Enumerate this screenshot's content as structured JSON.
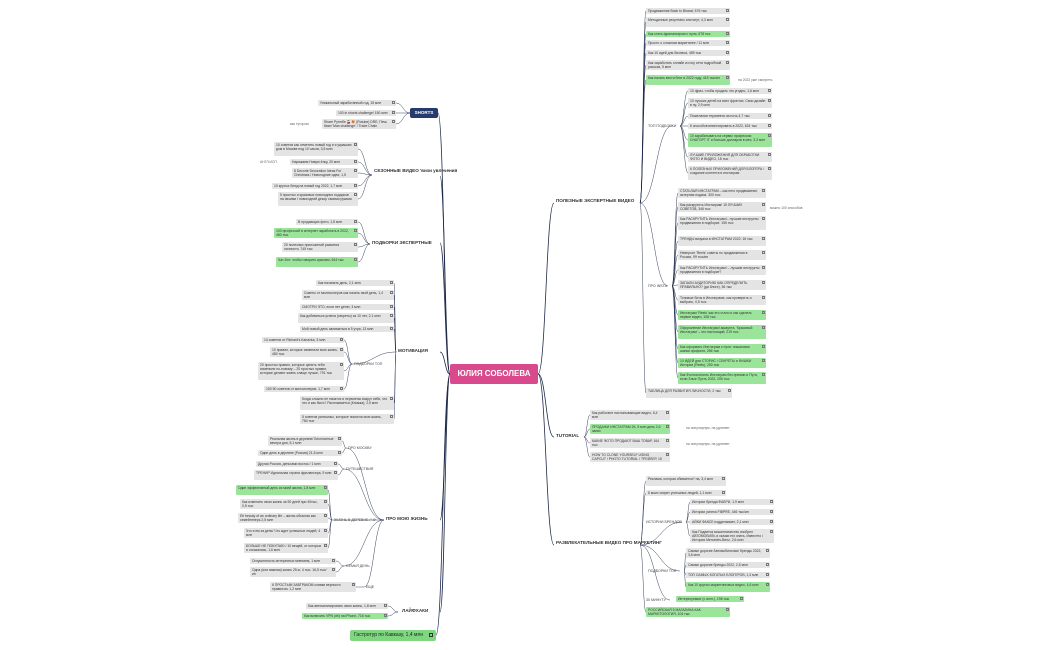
{
  "root": "ЮЛИЯ СОБОЛЕВА",
  "branches": {
    "shorts": "SHORTS",
    "seasonal": "СЕЗОННЫЕ ВИДЕО 'визи увлечения",
    "expert": "ПОДБОРКИ ЭКСПЕРТНЫЕ",
    "motivation": "МОТИВАЦИЯ",
    "mylife": "ПРО МОЮ ЖИЗНЬ",
    "lifehacks": "ЛАЙФХАКИ",
    "gastro": "Гастротур по Кавказу, 1,4 млн",
    "useful": "ПОЛЕЗНЫЕ ЭКСПЕРТНЫЕ ВИДЕО",
    "tutorial": "TUTORIAL",
    "entertain": "РАЗВЛЕКАТЕЛЬНЫЕ ВИДЕО ПРО МАРКЕТИНГ"
  },
  "subs": {
    "mot_top": "ПОДБОРКИ ТОП",
    "life_moscow": "ПРО МОСКВУ",
    "life_travel": "ПУТЕШЕСТВИЯ",
    "life_lifestyle": "ЖИЗНЬ В ДЕРЕВНЕ / ЧУ",
    "life_family": "СЕМЬЯ ДЕНЬ",
    "life_other": "ЕЩЕ",
    "use_top": "ТОП ПОДБОРКИ",
    "use_insta": "ПРО INSTA",
    "ent_brands": "ИСТОРИИ БРЕНДОВ",
    "ent_top": "ПОДБОРКИ ТОП",
    "ent_30": "30 МИНУТУ"
  },
  "nodes": {
    "shorts": [
      "Уникальный заработанный год, 15 млн",
      "100 in shorts challenge! 150 млн",
      "Share Рутюбе 🍒🦊 (Rutube) DRE, Печь Квин 'Man challenge' / Trade Chain"
    ],
    "seasonal": [
      "10 советов как отметить новый год и я украшаю дом в Москве под 10 часов, 3,5 млн",
      "Наряжаем Новую ёлку, 20 млн",
      "8 Decorte Decoration Ideas For Christmas / Новогодние идеи, 1,5 млн",
      "10 крутых блюд на новый год 2022, 1,7 млн",
      "5 простых и красивых новогодних подарков на своими / новогодний декор своими руками"
    ],
    "expert": [
      "В продающих фото, 1,5 млн",
      "100 профессий в интернет заработать в 2022, 480 тыс",
      "20 полезных приложений развития личности, 745 тыс",
      "Чат-бот: чтобы говорить красиво, 644 тыс"
    ],
    "motivation": [
      "Как начинать день, 2,1 млн",
      "Советы от миллионеров как начать свой день, 1,4 млн",
      "СМОТРИ ЭТО, если нет денег, 3 млн",
      "Как добиваться успеха (секреты) за 10 лет, 2,1 млн",
      "Мой новый день заниматься в 5 утра, 13 млн",
      "14 советов от Richard's Kanavka, 3 млн",
      "10 правил, которые изменили мою жизнь, 480 тыс",
      "20 простых правил, которые ценить тебя изменили по-новому – 20 простых правил, которые делают жизнь слаще лучше, 791 тыс",
      "100 50 советов от миллионеров, 1,7 млн",
      "Когда сложно не начатся и перемены вокруг себя, что это и как быть? Расплывается (Книжка), 2,5 млн",
      "5 советов успешных, которые помогли мою жизнь, 784 тыс"
    ],
    "moscow": [
      "Реальная жизнь в деревне/ Бесплатные вечерa дня, 5,1 млн",
      "Один день в деревне (Россия) 21,5 млн"
    ],
    "travel": [
      "Другая Россия, деньгами восток / 1 млн",
      "ТРЕНИР Идеальная страна фрилансера, 9 млн"
    ],
    "lifestyle": [
      "Один эффективный день из моей жизни, 1,8 млн",
      "Как изменить свою жизнь за 90 дней при 40тыс, 0,5 тыс",
      "Её beauty of an ordinary life – жизнь обычная как семейтеперь 2,5 млн",
      "Что я ем за день/ Что ждет успешных людей, 4 млн",
      "БОЛЬШЕ НЕ ПОКУПАЮ / 10 вещей, от которых я отказалась, 1,6 млн"
    ],
    "family": [
      "Оглушенность интересных мнением, 1 млн",
      "Одна (или важная) жизнь 25 кг, 4 тыс. 16,5 тыс/ин"
    ],
    "other": [
      "К ПРОСТЫМ ЗАВТРАКОМ сливки верности правилом. 1,2 млн"
    ],
    "lifehacks": [
      "Как автоматизировать свою жизнь, 1,8 млн",
      "Как включить VPN (dri) на iPhone, 716 тыс"
    ],
    "useful_top": [
      "Продвижение Back to Bharat, 576 тыс",
      "Методичные резултаты институт, 4,3 млн",
      "Как стать фрилансером с нуля, 678 тыс",
      "Просто о сложном маркетинге / 11 млн",
      "Как 10 идей для бизнеса, 489 тыс",
      "Как заработать онлайн из ноу сети подробный рассказ, 5 млн",
      "Как начать вести блог в 2022 году, 415 тыс/ин",
      "10 фраз, чтобы продать что угодно, 1,6 млн",
      "10 лучших детей на всех фронтах. Свои дизайн в ну, 2,9 млн",
      "Пожелания терапевта на ночь 4,7 тыс",
      "6 способов инвестировать в 2022, 624 тыс",
      "10 зарабатывать на сервис профессии CHATGPT IT и больше долларов в мес, 3,3 млн",
      "ЛУЧШИЕ ПРИЛОЖЕНИЯ ДЛЯ ОБРАБОТКИ ФОТО И ВИДЕО, 18 тыс",
      "6 ПОЛЕЗНЫХ ПРИЛОЖЕНИЙ ДЛЯ БЛОГЕРА / создание контента в инстаграм"
    ],
    "useful_insta": [
      "СТАТЬЛАЯ ИНСТАГРАМ – как него продвижение, актерная подача. 300 тыс",
      "Как раскрутить Инстаграм! 15 ЛУЧШИХ СОВЕТОВ, 346 тыс",
      "Как РАСКРУТИТЬ Инстаграм!– лучшие инструкты продвижения в подборке. 155 тыс",
      "ТРЕНДЫ визуала в ИНСТАГРАМ 2022: 16 тыс",
      "Невероят 'Reels' советы по продвижения в России, 99 тыс/ин",
      "Как РАСКРУТИТЬ Инстаграм! – лучшие инструкты продвижения в подборке?",
      "ЗАПАЛИ АУДИТОРИЮ КАК ОПРЕДЕЛИТЬ ПРАВИЛЬНО? (да блоге), 36 тыс",
      "Топовые боты в Инстаграме, как проверить и выбрать, 0,5 тыс",
      "Инстаграм 'Reels' как это стало и как сделать первое видео, 108 тыс",
      "Оформление Инстаграм! аккаунта, 'Красивый Инстаграм' – это настоящий, 219 тыс",
      "Как оформить Инстаграм с нуля: пошаговая шапка профиля, 256 тыс",
      "10 ИДЕЙ для СТОРИС / СЕКРЕТЫ и ФИШКИ Истории (Reels), 250 тыс",
      "Как Фоллоснизить Инстаграм без премии и Пути, если Злые Пусть 2022, 206 тыс"
    ],
    "useful_last": "ТАБЛИЦА ДЛЯ РАЗВИТИЯ ЛИЧНОСТИ, 2 тыс",
    "tutorial": [
      "Как работают нахлопывающие видео, 6,4 млн",
      "ПРОДАЖИ ИНСТАГРАМ 2К, 5 млн день 2,6 запис",
      "КАКИЕ ФОТО ПРОДАЮТ ВАШ ТОВАР, 164 тыс",
      "HOW TO CLONE YOURSELF USING CAPCUT / PHOTO TUTORIAL / ТРЕЙЛЕР, 15 тыс"
    ],
    "ent_brands": [
      "Реклама, которая сбивается? на, 3,4 млн",
      "8 моих секрет успешных людей, 1,1 млн",
      "Истории бренда ФАБРИ, 1,9 млн",
      "Истории успеха FIBPRE, 446 тыс/ин",
      "АЙКИ ФАКСЕ подделывает, 2,1 млн",
      "Как Подается мошенничество изобрел АВТОМОБИЛЬ и сказки его знать, Известно / История Mercedes-Benz, 2,6 млн"
    ],
    "ent_top": [
      "Самые дорогие Автомобильные бренды 2022, 3,6 млн",
      "Самые дорогие бренды 2022, 2,5 млн",
      "ТОП САМЫХ БОГАТЫХ БЛОГЕРОВ, 1,3 млн",
      "Как 10 крутых маркетинговых видео, 4,6 млн"
    ],
    "ent_30": "Интересуемые (с англ.), 196 тыс",
    "ent_last": "РОССИЙСКАЯ 5 МАГАЗИНА КАК МАРКЕТОЛОГИЯ, 104 тыс"
  },
  "notes": {
    "shorts": "как тутором",
    "seasonal": "АНГЛ.ИСП.",
    "useful_top": "на 2022 уже смотреть",
    "useful_insta": "можно 100 способов",
    "tutorial_a": "на популярную, на удлинен",
    "tutorial_b": "на популярную, на удлинен"
  }
}
